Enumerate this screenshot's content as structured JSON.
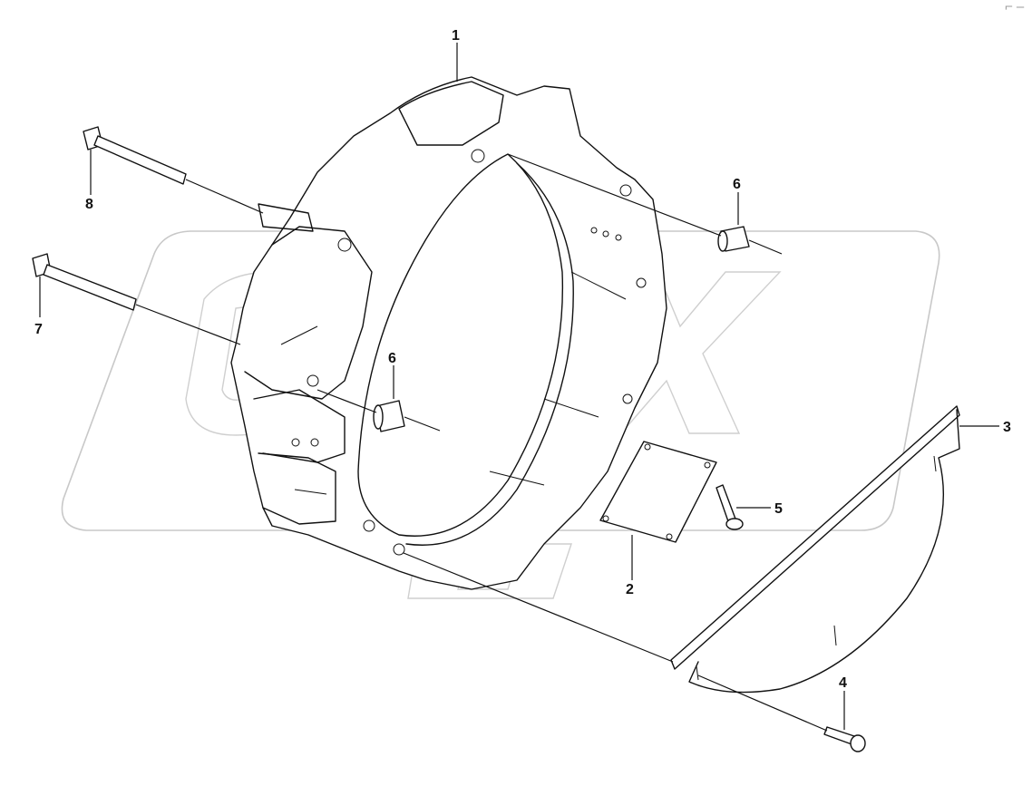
{
  "diagram": {
    "callouts": [
      {
        "id": "1",
        "text": "1"
      },
      {
        "id": "2",
        "text": "2"
      },
      {
        "id": "3",
        "text": "3"
      },
      {
        "id": "4",
        "text": "4"
      },
      {
        "id": "5",
        "text": "5"
      },
      {
        "id": "6a",
        "text": "6"
      },
      {
        "id": "6b",
        "text": "6"
      },
      {
        "id": "7",
        "text": "7"
      },
      {
        "id": "8",
        "text": "8"
      }
    ],
    "corner_mark": "⌐ ‒",
    "watermark_icon": "opex-logo-watermark"
  }
}
